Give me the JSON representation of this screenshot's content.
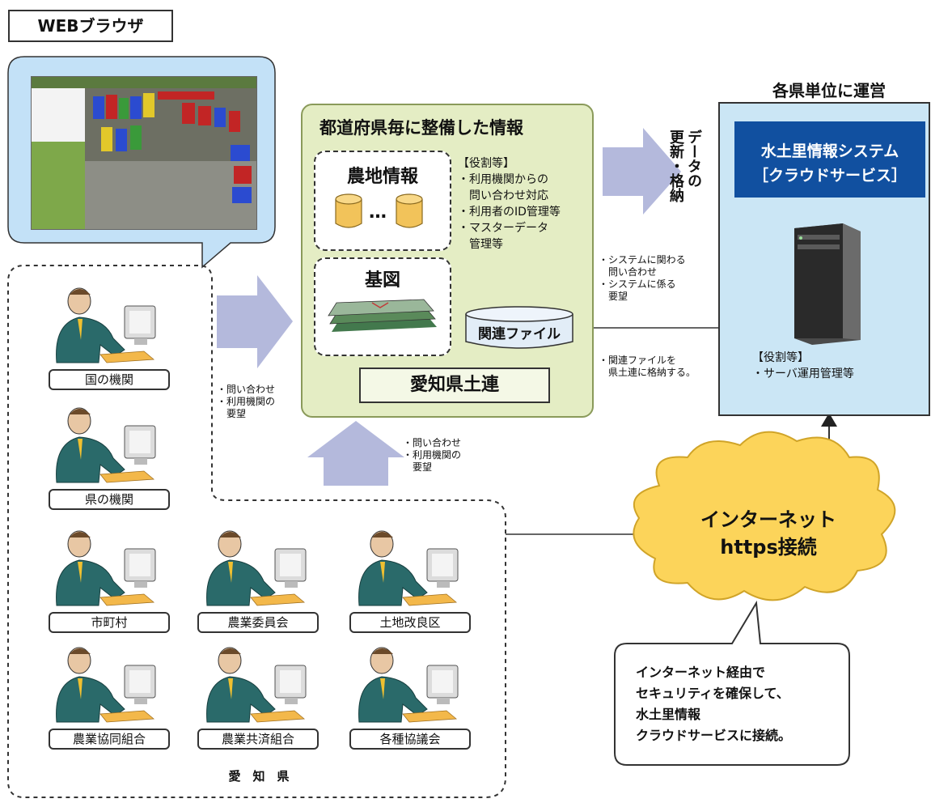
{
  "browser_tag": "WEBブラウザ",
  "pref_panel": {
    "title": "都道府県毎に整備した情報",
    "farmland_title": "農地情報",
    "ellipsis": "…",
    "basemap_title": "基図",
    "related_file": "関連ファイル",
    "role_heading": "【役割等】",
    "roles": [
      "・利用機関からの",
      "　問い合わせ対応",
      "・利用者のID管理等",
      "・マスターデータ",
      "　管理等"
    ],
    "owner": "愛知県土連"
  },
  "data_update_label": [
    "データの",
    "更新・格納"
  ],
  "cloud_panel": {
    "header": "各県単位に運営",
    "system_title_1": "水土里情報システム",
    "system_title_2": "［クラウドサービス］",
    "role_heading": "【役割等】",
    "role_item": "・サーバ運用管理等"
  },
  "notes": {
    "system_inquiry": [
      "・システムに関わる",
      "　問い合わせ",
      "・システムに係る",
      "　要望"
    ],
    "related_file_note": [
      "・関連ファイルを",
      "　県土連に格納する。"
    ],
    "left_inquiry": [
      "・問い合わせ",
      "・利用機関の",
      "　要望"
    ],
    "bottom_inquiry": [
      "・問い合わせ",
      "・利用機関の",
      "　要望"
    ]
  },
  "internet_cloud": {
    "line1": "インターネット",
    "line2": "https接続"
  },
  "callout": [
    "インターネット経由で",
    "セキュリティを確保して、",
    "水土里情報",
    "クラウドサービスに接続。"
  ],
  "users": [
    "国の機関",
    "県の機関",
    "市町村",
    "農業委員会",
    "土地改良区",
    "農業協同組合",
    "農業共済組合",
    "各種協議会"
  ],
  "region_label": "愛　知　県",
  "colors": {
    "panel_green": "#e4edc4",
    "cloud_blue_bg": "#cbe6f5",
    "system_title_bg": "#1150a0",
    "arrow_lavender": "#b4b9dc",
    "cloud_yellow": "#fcd45a",
    "bubble_blue": "#c3e1f7"
  }
}
